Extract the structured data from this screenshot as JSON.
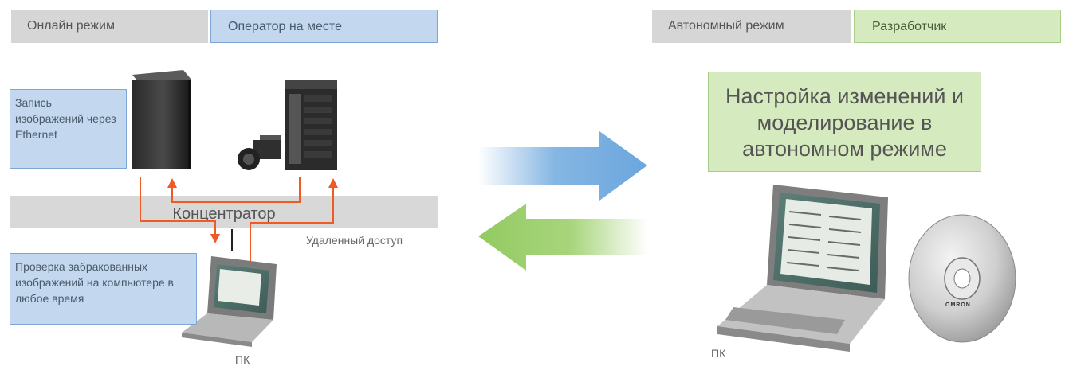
{
  "left_tags": {
    "mode": "Онлайн режим",
    "role": "Оператор на месте"
  },
  "right_tags": {
    "mode": "Автономный режим",
    "role": "Разработчик"
  },
  "notes": {
    "ethernet": "Запись изображений через Ethernet",
    "reject_check": "Проверка забракованных изображений на компьютере в любое время"
  },
  "hub_label": "Концентратор",
  "remote_access": "Удаленный доступ",
  "offline_box": "Настройка изменений и моделирование в автономном режиме",
  "pc_label_left": "ПК",
  "pc_label_right": "ПК",
  "cd_brand": "OMRON",
  "colors": {
    "blue_arrow": "#78aee0",
    "green_arrow": "#9ed06e",
    "connector": "#f05a24"
  }
}
